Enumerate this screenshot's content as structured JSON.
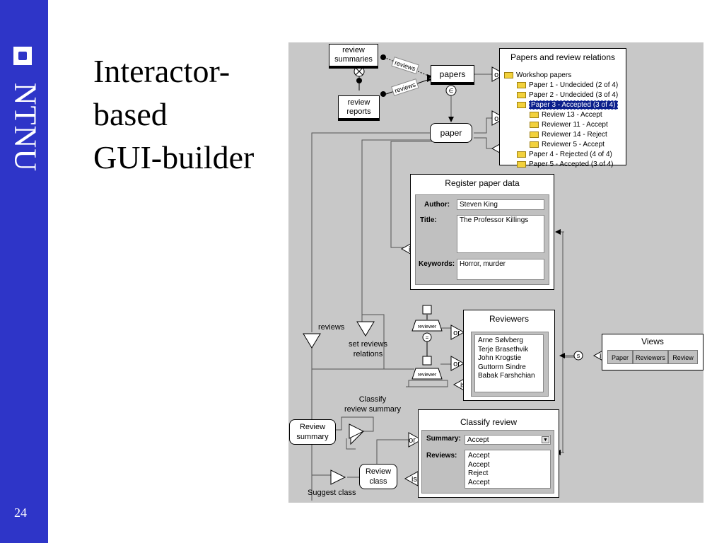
{
  "slide": {
    "title_lines": [
      "Interactor-",
      "based",
      "GUI-builder"
    ],
    "page_number": "24",
    "logo_text": "NTNU"
  },
  "diagram": {
    "boxes": {
      "review_summaries": [
        "review",
        "summaries"
      ],
      "review_reports": [
        "review",
        "reports"
      ],
      "papers": "papers",
      "paper": "paper",
      "review_summary": [
        "Review",
        "summary"
      ],
      "review_class": [
        "Review",
        "class"
      ]
    },
    "arrow_labels": {
      "reviews_top": "reviews",
      "reviews_bottom": "reviews"
    },
    "gates": {
      "or": "or",
      "is": "is",
      "s": "s",
      "element_of": "∈"
    },
    "labels": {
      "reviews": "reviews",
      "set_reviews_relations": [
        "set reviews",
        "relations"
      ],
      "classify_review_summary": [
        "Classify",
        "review summary"
      ],
      "suggest_class": "Suggest class",
      "reviewer_icon": "reviewer"
    },
    "tree_window": {
      "title": "Papers and review relations",
      "items": [
        {
          "label": "Workshop papers",
          "level": 0
        },
        {
          "label": "Paper 1 - Undecided (2 of 4)",
          "level": 1
        },
        {
          "label": "Paper 2 - Undecided (3 of 4)",
          "level": 1
        },
        {
          "label": "Paper 3 - Accepted (3 of 4)",
          "level": 1,
          "selected": true
        },
        {
          "label": "Review 13 - Accept",
          "level": 2
        },
        {
          "label": "Reviewer 11 - Accept",
          "level": 2
        },
        {
          "label": "Reviewer 14 - Reject",
          "level": 2
        },
        {
          "label": "Reviewer 5 - Accept",
          "level": 2
        },
        {
          "label": "Paper 4 - Rejected (4 of 4)",
          "level": 1
        },
        {
          "label": "Paper 5 - Accepted (3 of 4)",
          "level": 1
        }
      ]
    },
    "register_window": {
      "title": "Register paper data",
      "author_label": "Author:",
      "author_value": "Steven King",
      "title_label": "Title:",
      "title_value": "The Professor Killings",
      "keywords_label": "Keywords:",
      "keywords_value": "Horror, murder"
    },
    "reviewers_window": {
      "title": "Reviewers",
      "names": [
        "Arne Sølvberg",
        "Terje Brasethvik",
        "John Krogstie",
        "Guttorm Sindre",
        "Babak Farshchian"
      ]
    },
    "views_window": {
      "title": "Views",
      "tabs": [
        "Paper",
        "Reviewers",
        "Review"
      ]
    },
    "classify_window": {
      "title": "Classify review",
      "summary_label": "Summary:",
      "summary_value": "Accept",
      "reviews_label": "Reviews:",
      "reviews": [
        "Accept",
        "Accept",
        "Reject",
        "Accept"
      ]
    }
  }
}
